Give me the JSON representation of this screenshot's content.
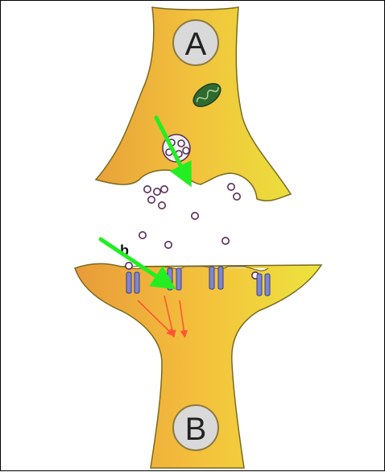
{
  "neuron_labels": {
    "presynaptic": "A",
    "postsynaptic": "B",
    "marker": "b"
  },
  "colors": {
    "membrane_left": "#e8a23a",
    "membrane_mid": "#f2c23c",
    "membrane_right": "#eadf3c",
    "outline": "#6b5a1a",
    "arrow": "#22ee22",
    "signal": "#ff5533",
    "receptor": "#7f85cf",
    "vesicle_fill": "#ffffff",
    "vesicle_ring": "#5a2c5a",
    "mito_fill": "#2f6b2f"
  },
  "icons": [
    "mitochondrion-icon",
    "vesicle-icon",
    "receptor-icon",
    "arrow-icon"
  ]
}
